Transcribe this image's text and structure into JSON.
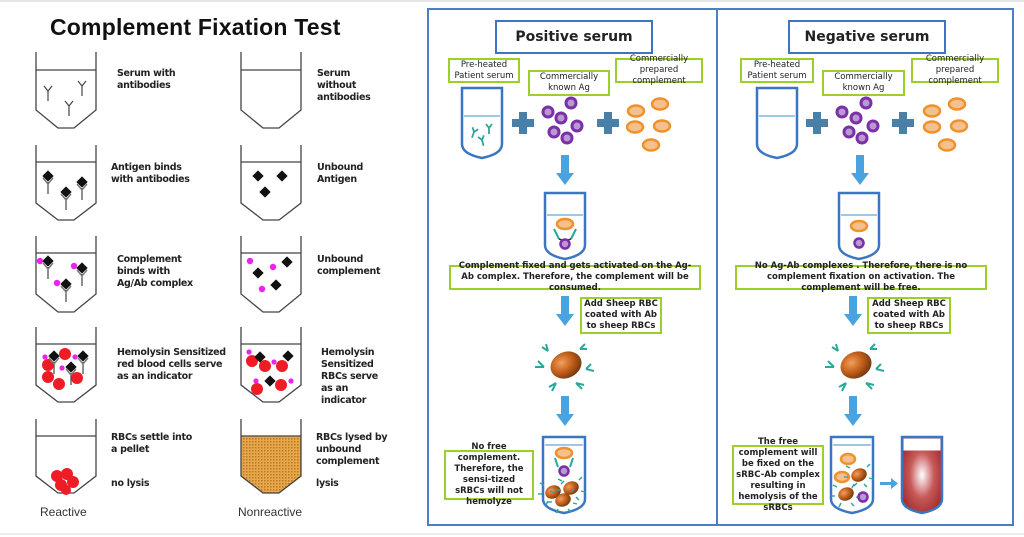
{
  "title": "Complement Fixation Test",
  "left_diagram": {
    "reactive_column": {
      "steps": [
        {
          "label": "Serum with antibodies"
        },
        {
          "label": "Antigen binds with antibodies"
        },
        {
          "label": "Complement binds with Ag/Ab complex"
        },
        {
          "label": "Hemolysin Sensitized red blood cells serve as an indicator"
        },
        {
          "label": "RBCs settle into a pellet",
          "result": "no lysis"
        }
      ],
      "outcome_label": "Reactive"
    },
    "nonreactive_column": {
      "steps": [
        {
          "label": "Serum without antibodies"
        },
        {
          "label": "Unbound Antigen"
        },
        {
          "label": "Unbound complement"
        },
        {
          "label": "Hemolysin Sensitized RBCs serve as an indicator"
        },
        {
          "label": "RBCs lysed by unbound complement",
          "result": "lysis"
        }
      ],
      "outcome_label": "Nonreactive"
    }
  },
  "right_diagram": {
    "positive": {
      "title": "Positive serum",
      "reagents": [
        "Pre-heated Patient serum",
        "Commercially known Ag",
        "Commercially prepared complement"
      ],
      "step1_note": "Complement fixed and gets activated on the Ag-Ab complex. Therefore, the complement will be consumed.",
      "step2_note": "Add Sheep RBC coated with Ab to sheep RBCs",
      "result_note": "No free complement. Therefore, the sensi-tized sRBCs will not hemolyze"
    },
    "negative": {
      "title": "Negative serum",
      "reagents": [
        "Pre-heated Patient serum",
        "Commercially known Ag",
        "Commercially prepared complement"
      ],
      "step1_note": "No Ag-Ab complexes . Therefore, there is no complement fixation on activation. The complement will be free.",
      "step2_note": "Add Sheep RBC coated with Ab to sheep RBCs",
      "result_note": "The free complement will be fixed on the sRBC-Ab complex resulting in hemolysis of the sRBCs"
    }
  },
  "colors": {
    "frame_blue": "#4a7fc8",
    "label_green": "#9ccf2a",
    "antigen_purple": "#7b2fa8",
    "complement_orange": "#f0922a",
    "antibody_teal": "#2aa89a",
    "rbc_red": "#ee1c24",
    "complement_magenta": "#ee22ee",
    "arrow_blue": "#4aa3df",
    "plus_blue": "#4a7fa8",
    "hemolysis_red": "#a52a2a"
  }
}
